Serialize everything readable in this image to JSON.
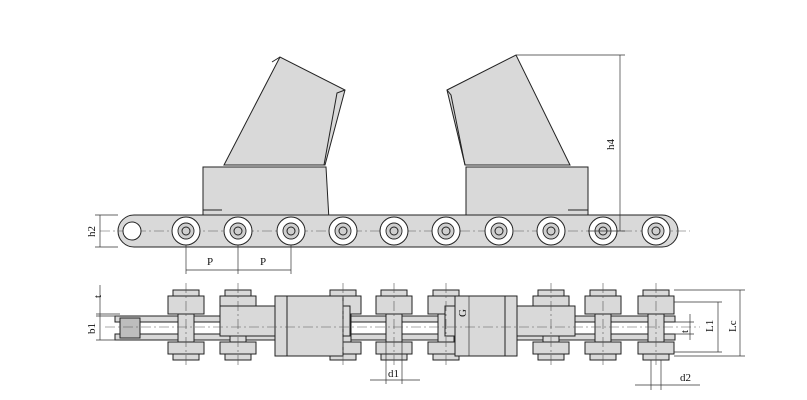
{
  "diagram": {
    "labels": {
      "pitch_1": "P",
      "pitch_2": "P",
      "h2": "h2",
      "h4": "h4",
      "t": "t",
      "b1": "b1",
      "G": "G",
      "d1": "d1",
      "d2": "d2",
      "L1": "L1",
      "Lc": "Lc",
      "t_inner": "t"
    }
  }
}
